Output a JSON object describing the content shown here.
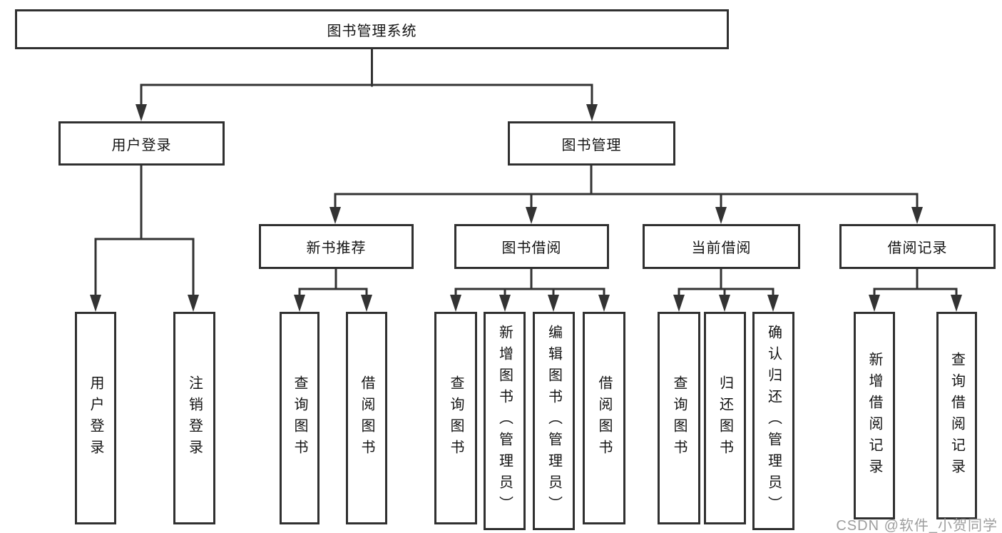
{
  "diagram": {
    "root": "图书管理系统",
    "user_login_branch": {
      "label": "用户登录",
      "children": [
        "用户登录",
        "注销登录"
      ]
    },
    "book_mgmt_branch": {
      "label": "图书管理",
      "groups": [
        {
          "label": "新书推荐",
          "children": [
            "查询图书",
            "借阅图书"
          ]
        },
        {
          "label": "图书借阅",
          "children": [
            "查询图书",
            "新增图书（管理员）",
            "编辑图书（管理员）",
            "借阅图书"
          ]
        },
        {
          "label": "当前借阅",
          "children": [
            "查询图书",
            "归还图书",
            "确认归还（管理员）"
          ]
        },
        {
          "label": "借阅记录",
          "children": [
            "新增借阅记录",
            "查询借阅记录"
          ]
        }
      ]
    }
  },
  "watermark": {
    "text": "CSDN @软件_小贺同学"
  },
  "colors": {
    "line": "#333333",
    "box_border": "#303030",
    "box_fill": "#ffffff",
    "text": "#141414",
    "watermark": "#9e9e9e",
    "background": "#ffffff"
  }
}
